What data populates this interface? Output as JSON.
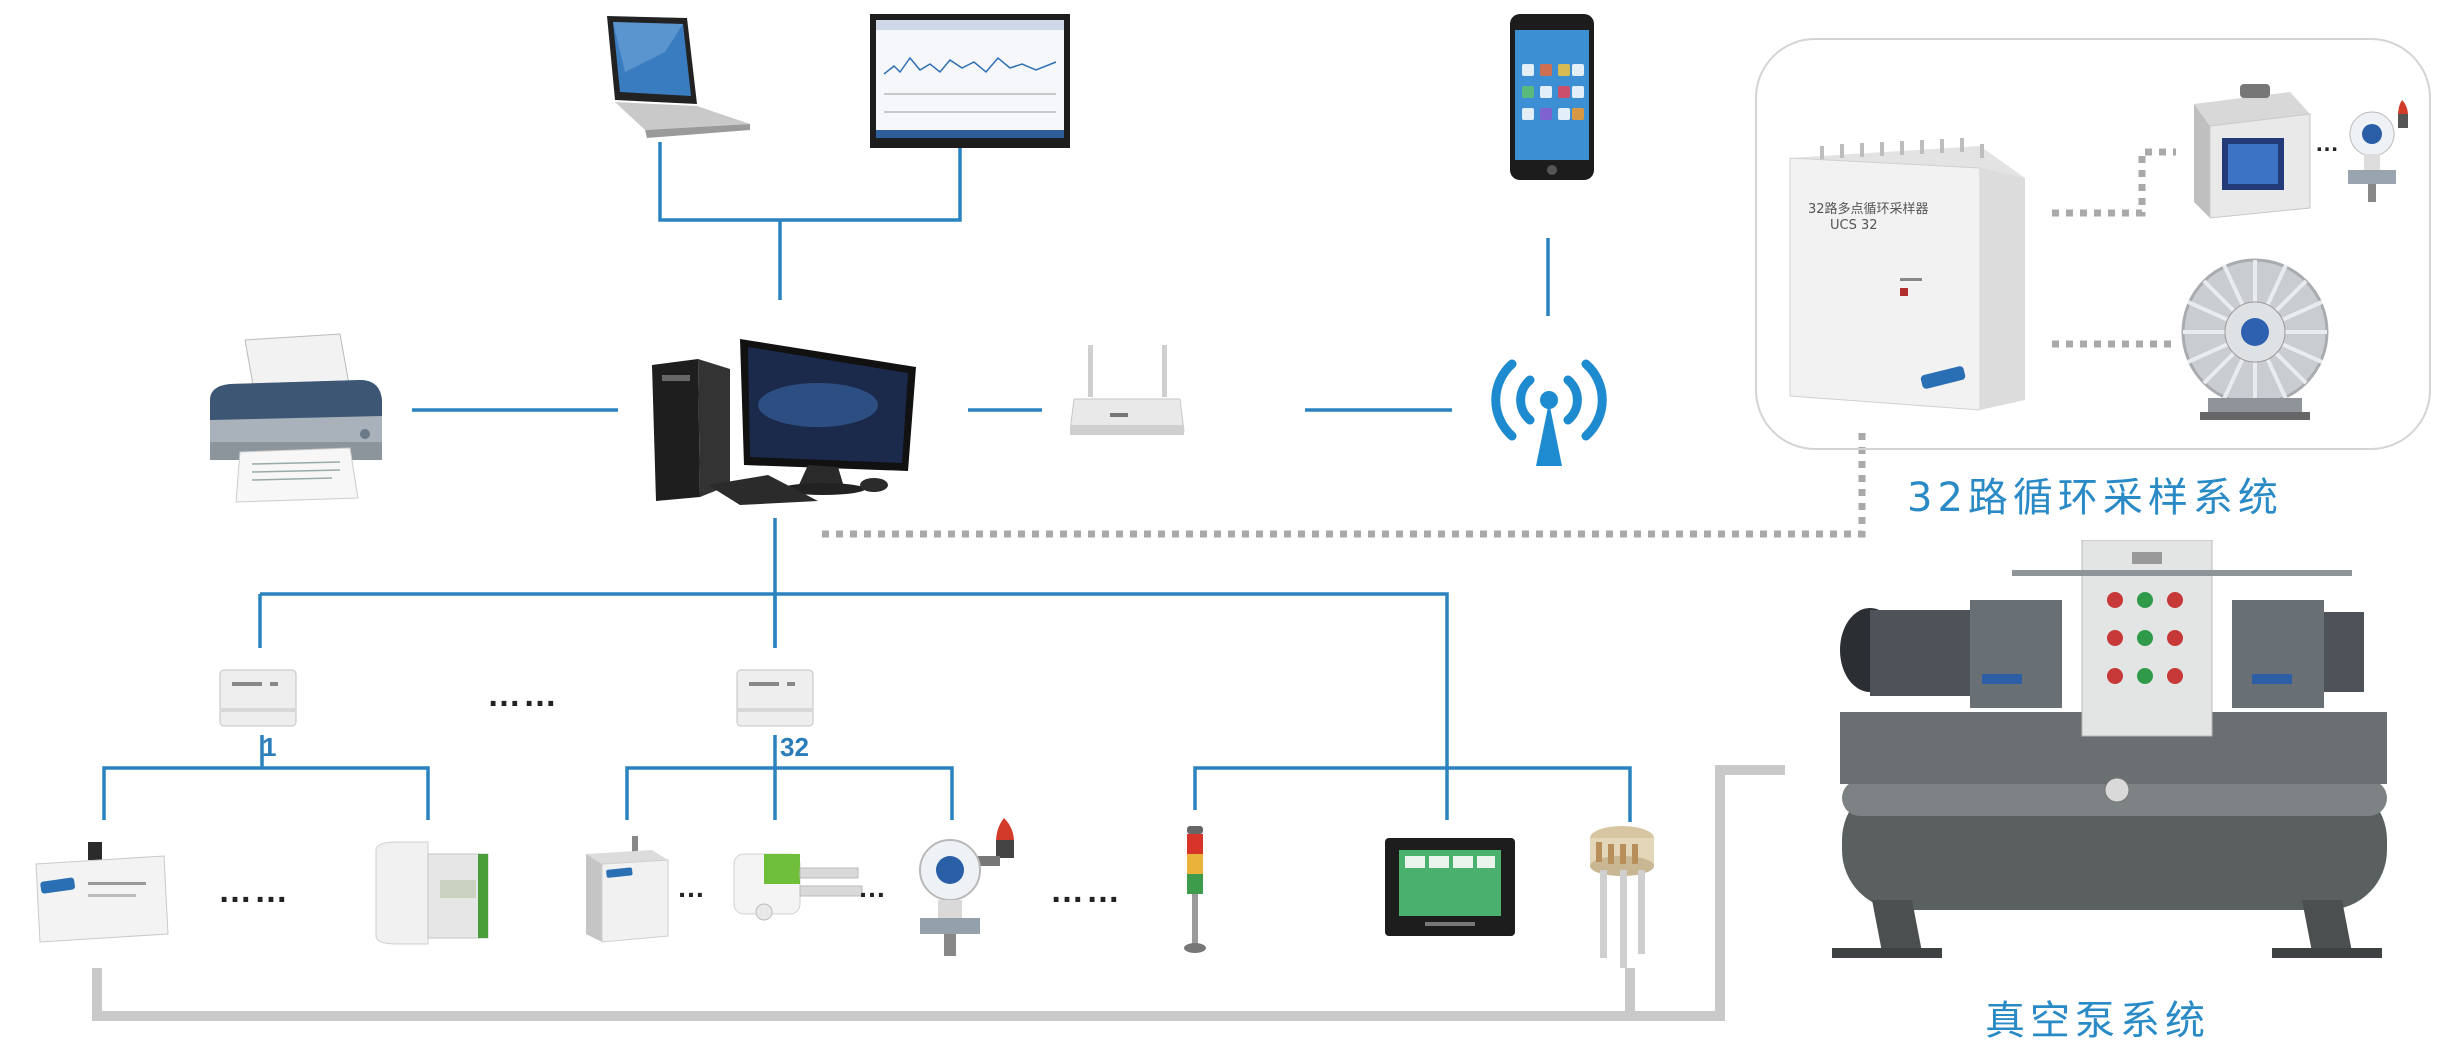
{
  "captions": {
    "sampling_system": "32路循环采样系统",
    "vacuum_pump_system": "真空泵系统"
  },
  "labels": {
    "node_1": "1",
    "node_32": "32",
    "ellipsis_long": "……",
    "ellipsis_short": "…"
  },
  "sampler_panel": {
    "line1": "32路多点循环采样器",
    "line2": "UCS 32"
  },
  "colors": {
    "network_line": "#2a82bf",
    "pneumatic_line": "#c9c9c9",
    "caption": "#2a8ac6",
    "dotted_link": "#a9a9a9"
  },
  "icons": [
    "laptop-icon",
    "monitor-icon",
    "smartphone-icon",
    "printer-icon",
    "desktop-computer-icon",
    "router-icon",
    "wireless-signal-icon",
    "multipoint-sampler-icon",
    "particle-counter-icon",
    "gas-detector-icon",
    "vortex-blower-icon",
    "vacuum-pump-icon",
    "sensor-module-icon",
    "thermo-hygrometer-icon",
    "signal-tower-light-icon",
    "touch-panel-icon",
    "probe-sensor-icon",
    "duct-sensor-icon"
  ]
}
